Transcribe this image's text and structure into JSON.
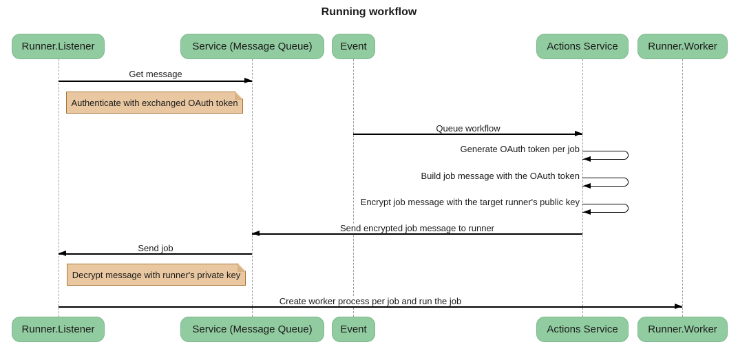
{
  "title": "Running workflow",
  "participants": [
    {
      "label": "Runner.Listener"
    },
    {
      "label": "Service (Message Queue)"
    },
    {
      "label": "Event"
    },
    {
      "label": "Actions Service"
    },
    {
      "label": "Runner.Worker"
    }
  ],
  "messages": [
    {
      "label": "Get message",
      "from": "Runner.Listener",
      "to": "Service (Message Queue)"
    },
    {
      "label": "Queue workflow",
      "from": "Event",
      "to": "Actions Service"
    },
    {
      "label": "Generate OAuth token per job",
      "from": "Actions Service",
      "to": "Actions Service"
    },
    {
      "label": "Build job message with the OAuth token",
      "from": "Actions Service",
      "to": "Actions Service"
    },
    {
      "label": "Encrypt job message with the target runner's public key",
      "from": "Actions Service",
      "to": "Actions Service"
    },
    {
      "label": "Send encrypted job message to runner",
      "from": "Actions Service",
      "to": "Service (Message Queue)"
    },
    {
      "label": "Send job",
      "from": "Service (Message Queue)",
      "to": "Runner.Listener"
    },
    {
      "label": "Create worker process per job and run the job",
      "from": "Runner.Listener",
      "to": "Runner.Worker"
    }
  ],
  "notes": [
    {
      "label": "Authenticate with exchanged OAuth token"
    },
    {
      "label": "Decrypt message with runner's private key"
    }
  ],
  "colors": {
    "participant_fill": "#91cba0",
    "participant_border": "#7fb78d",
    "note_fill": "#e9c8a1",
    "note_border": "#a87332",
    "note_fold": "#d8b185",
    "lifeline": "#9e9e9e",
    "arrow": "#000000",
    "text": "#1a1a1a",
    "background": "#ffffff"
  }
}
